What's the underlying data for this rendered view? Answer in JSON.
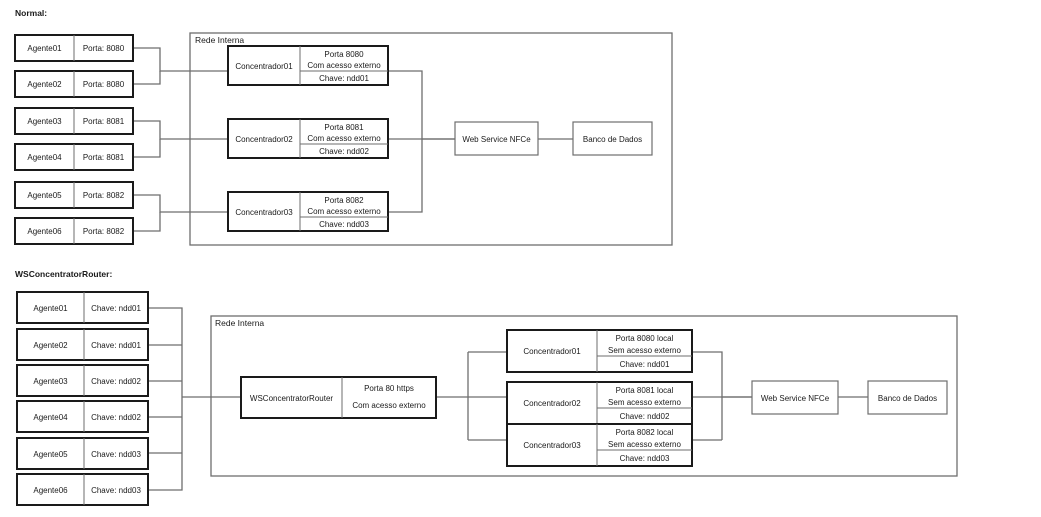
{
  "page": {
    "background": "#ffffff",
    "stroke_strong": "#1a1a1a",
    "stroke_light": "#6e6e6e"
  },
  "sections": [
    {
      "id": "normal",
      "title": "Normal:",
      "zone_label": "Rede Interna",
      "agents": [
        {
          "name": "Agente01",
          "detail": "Porta: 8080"
        },
        {
          "name": "Agente02",
          "detail": "Porta: 8080"
        },
        {
          "name": "Agente03",
          "detail": "Porta: 8081"
        },
        {
          "name": "Agente04",
          "detail": "Porta: 8081"
        },
        {
          "name": "Agente05",
          "detail": "Porta: 8082"
        },
        {
          "name": "Agente06",
          "detail": "Porta: 8082"
        }
      ],
      "concentrators": [
        {
          "name": "Concentrador01",
          "porta": "Porta 8080",
          "acesso": "Com acesso externo",
          "chave": "Chave: ndd01"
        },
        {
          "name": "Concentrador02",
          "porta": "Porta 8081",
          "acesso": "Com acesso externo",
          "chave": "Chave: ndd02"
        },
        {
          "name": "Concentrador03",
          "porta": "Porta 8082",
          "acesso": "Com acesso externo",
          "chave": "Chave: ndd03"
        }
      ],
      "service": "Web Service NFCe",
      "database": "Banco de Dados"
    },
    {
      "id": "router",
      "title": "WSConcentratorRouter:",
      "zone_label": "Rede Interna",
      "agents": [
        {
          "name": "Agente01",
          "detail": "Chave: ndd01"
        },
        {
          "name": "Agente02",
          "detail": "Chave: ndd01"
        },
        {
          "name": "Agente03",
          "detail": "Chave: ndd02"
        },
        {
          "name": "Agente04",
          "detail": "Chave: ndd02"
        },
        {
          "name": "Agente05",
          "detail": "Chave: ndd03"
        },
        {
          "name": "Agente06",
          "detail": "Chave: ndd03"
        }
      ],
      "router": {
        "name": "WSConcentratorRouter",
        "porta": "Porta 80 https",
        "acesso": "Com acesso externo"
      },
      "concentrators": [
        {
          "name": "Concentrador01",
          "porta": "Porta 8080 local",
          "acesso": "Sem acesso externo",
          "chave": "Chave: ndd01"
        },
        {
          "name": "Concentrador02",
          "porta": "Porta 8081 local",
          "acesso": "Sem acesso externo",
          "chave": "Chave: ndd02"
        },
        {
          "name": "Concentrador03",
          "porta": "Porta 8082 local",
          "acesso": "Sem acesso externo",
          "chave": "Chave: ndd03"
        }
      ],
      "service": "Web Service NFCe",
      "database": "Banco de Dados"
    }
  ]
}
